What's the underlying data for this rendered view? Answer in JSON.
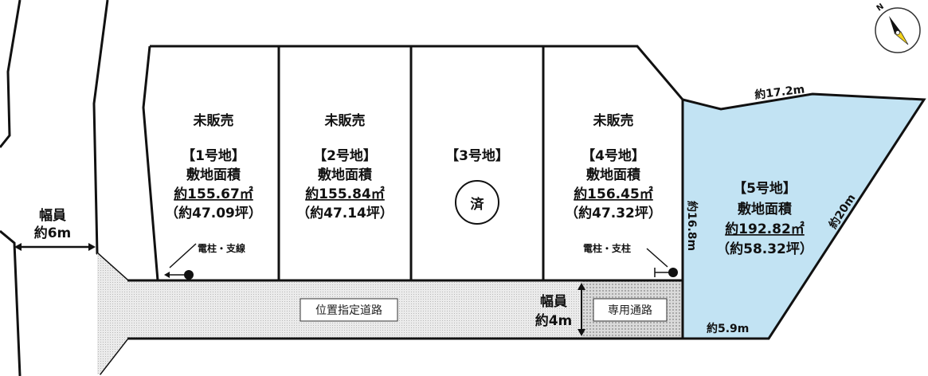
{
  "lots": [
    {
      "status": "未販売",
      "name": "【1号地】",
      "area_label": "敷地面積",
      "area_sqm": "約155.67㎡",
      "area_tsubo": "（約47.09坪）"
    },
    {
      "status": "未販売",
      "name": "【2号地】",
      "area_label": "敷地面積",
      "area_sqm": "約155.84㎡",
      "area_tsubo": "（約47.14坪）"
    },
    {
      "name": "【3号地】",
      "sold_mark": "済"
    },
    {
      "status": "未販売",
      "name": "【4号地】",
      "area_label": "敷地面積",
      "area_sqm": "約156.45㎡",
      "area_tsubo": "（約47.32坪）"
    },
    {
      "name": "【5号地】",
      "area_label": "敷地面積",
      "area_sqm": "約192.82㎡",
      "area_tsubo": "（約58.32坪）"
    }
  ],
  "roads": {
    "left_width_label": "幅員",
    "left_width_value": "約6m",
    "designated_road": "位置指定道路",
    "private_road": "専用通路",
    "road_width_label": "幅員",
    "road_width_value": "約4m"
  },
  "poles": {
    "left": "電柱・支線",
    "right": "電柱・支柱"
  },
  "dimensions": {
    "top": "約17.2m",
    "left": "約16.8m",
    "diagonal": "約20m",
    "bottom": "約5.9m"
  },
  "compass": {
    "north": "N"
  },
  "colors": {
    "lot5_fill": "#c2e3f3",
    "road_fill": "#e2e2e2",
    "compass_needle": "#f2d21a"
  }
}
